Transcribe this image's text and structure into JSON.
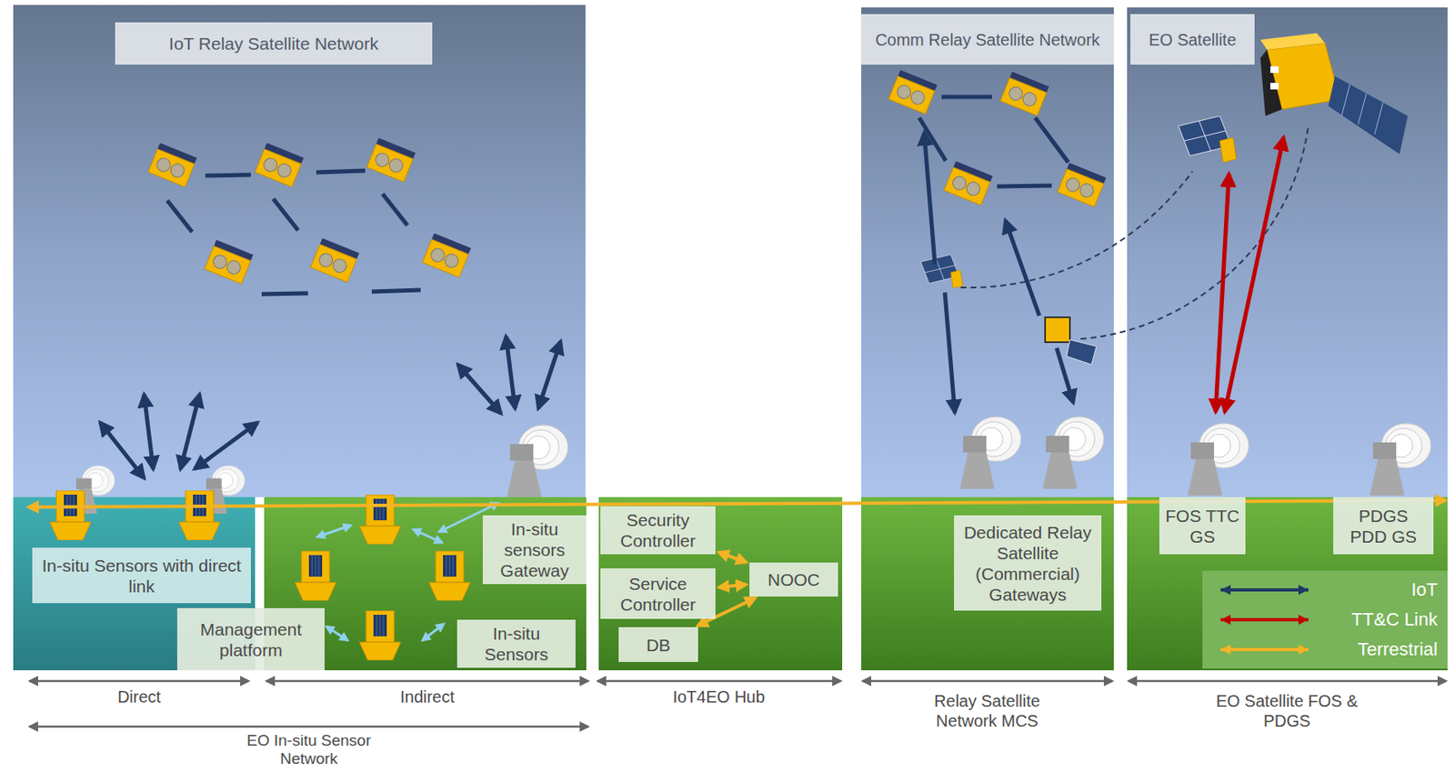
{
  "diagram": {
    "nodes": [
      {
        "text": [
          "IoT Relay Satellite Network"
        ]
      },
      {
        "text": [
          "In-situ Sensors with direct link"
        ]
      },
      {
        "text": [
          "Management platform"
        ]
      },
      {
        "text": [
          "In-situ sensors Gateway"
        ]
      },
      {
        "text": [
          "In-situ Sensors"
        ]
      },
      {
        "text": [
          "Security Controller"
        ]
      },
      {
        "text": [
          "Service Controller"
        ]
      },
      {
        "text": [
          "NOOC"
        ]
      },
      {
        "text": [
          "DB"
        ]
      },
      {
        "text": [
          "Comm Relay Satellite Network"
        ]
      },
      {
        "text": [
          "Dedicated Relay Satellite (Commercial) Gateways"
        ]
      },
      {
        "text": [
          "EO Satellite"
        ]
      },
      {
        "text": [
          "FOS TTC GS"
        ]
      },
      {
        "text": [
          "PDGS PDD GS"
        ]
      }
    ],
    "edges": [
      {
        "from": 5,
        "to": 7,
        "arrow": "both"
      },
      {
        "from": 6,
        "to": 7,
        "arrow": "both"
      },
      {
        "from": 8,
        "to": 7,
        "arrow": "both"
      }
    ],
    "labels": [
      "Direct",
      "Indirect",
      "EO In-situ Sensor Network",
      "IoT4EO Hub",
      "Relay Satellite Network MCS",
      "EO Satellite FOS & PDGS"
    ],
    "legend": [
      {
        "text": "IoT"
      },
      {
        "text": "TT&C Link"
      },
      {
        "text": "Terrestrial"
      }
    ]
  }
}
